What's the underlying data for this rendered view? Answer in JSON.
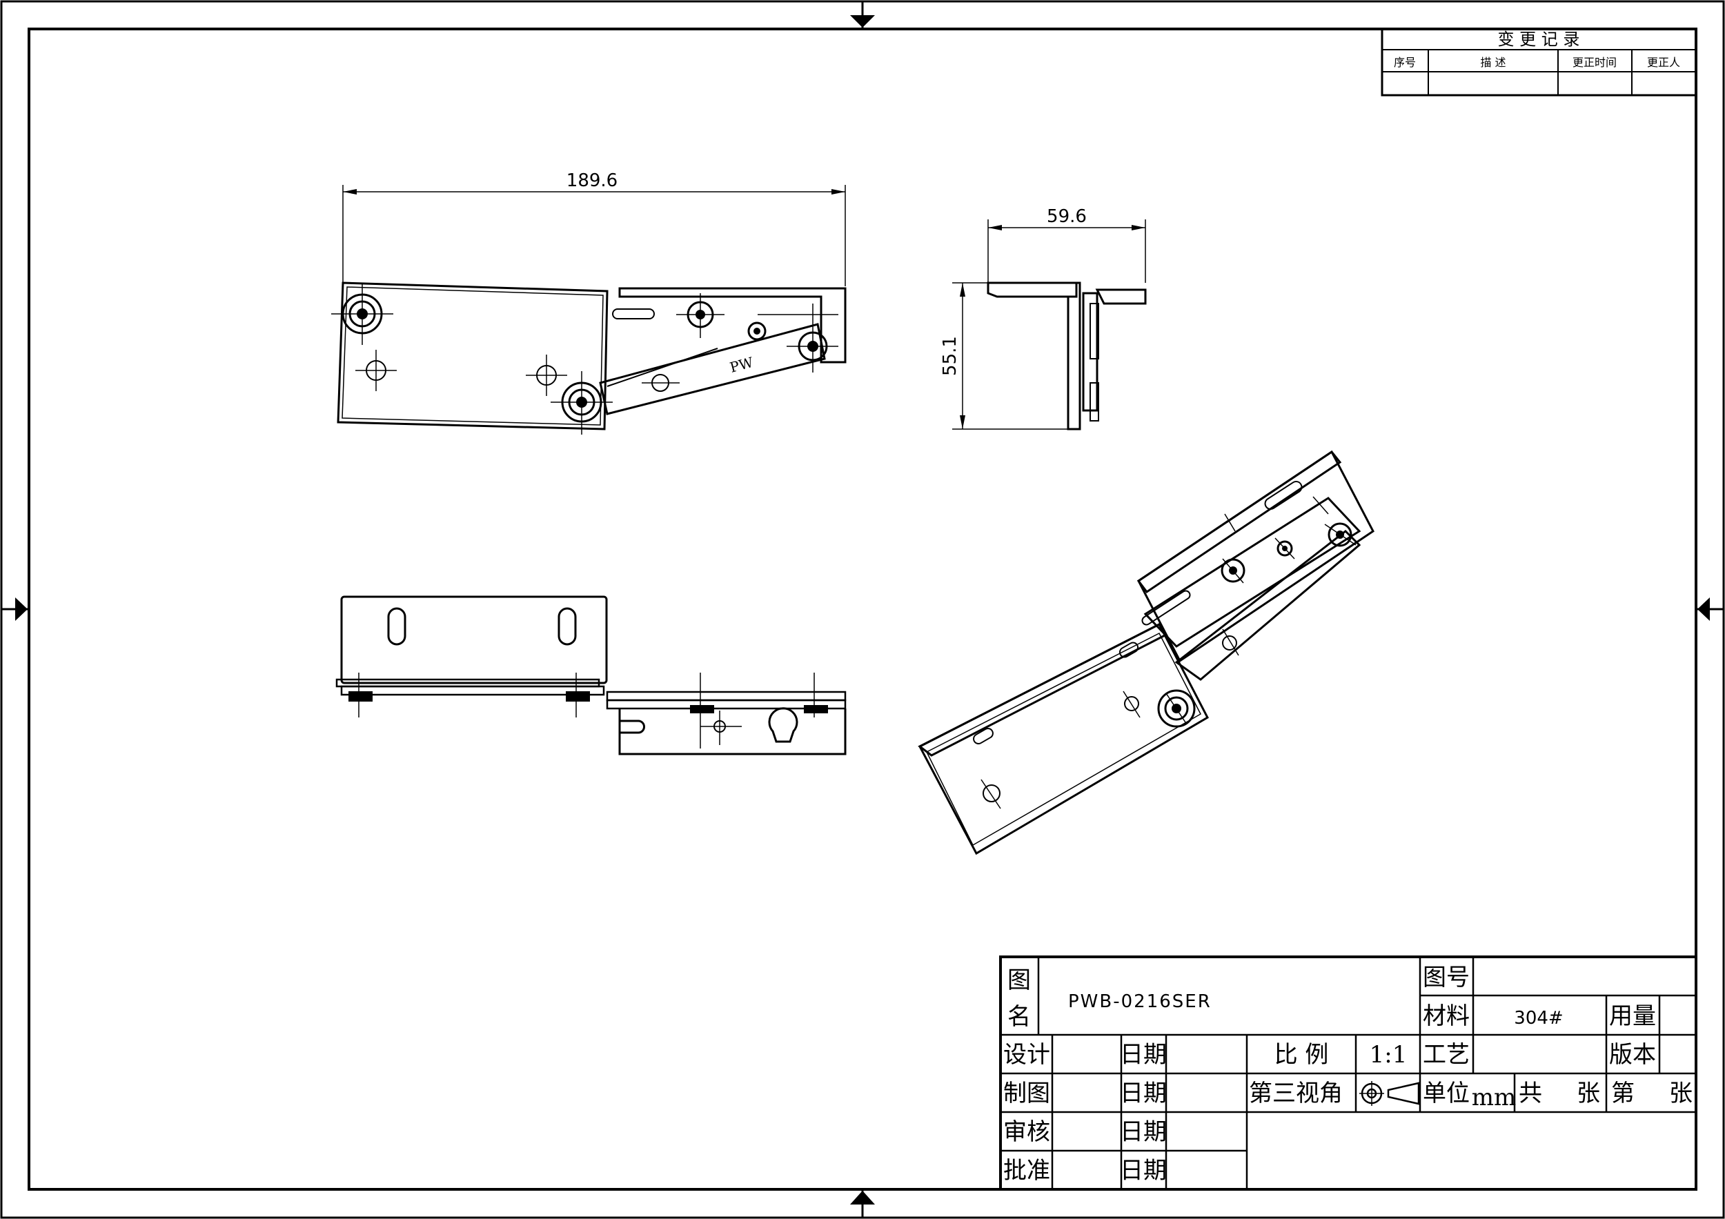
{
  "drawing": {
    "name": "PWB-0216SER",
    "dimensions": {
      "width_top": "189.6",
      "width_side": "59.6",
      "height_side": "55.1"
    },
    "part_marking": "PW"
  },
  "change_record": {
    "title": "变 更 记 录",
    "columns": [
      "序号",
      "描 述",
      "更正时间",
      "更正人"
    ]
  },
  "title_block": {
    "name_label_1": "图",
    "name_label_2": "名",
    "drawing_no_label": "图号",
    "drawing_no_value": "",
    "material_label": "材料",
    "material_value": "304#",
    "quantity_label": "用量",
    "quantity_value": "",
    "process_label": "工艺",
    "process_value": "",
    "version_label": "版本",
    "version_value": "",
    "unit_label": "单位",
    "unit_value": "mm",
    "total_label": "共",
    "total_unit": "张",
    "page_label": "第",
    "page_unit": "张",
    "scale_label": "比 例",
    "scale_value": "1:1",
    "projection_label": "第三视角",
    "design_label": "设计",
    "drafting_label": "制图",
    "review_label": "审核",
    "approve_label": "批准",
    "date_label": "日期"
  }
}
